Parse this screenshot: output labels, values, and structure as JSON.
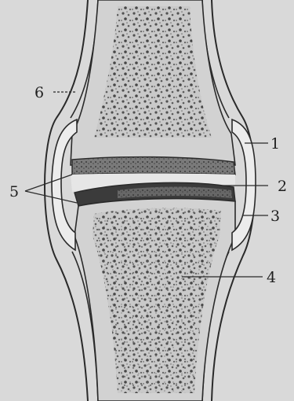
{
  "labels": {
    "l1": "1",
    "l2": "2",
    "l3": "3",
    "l4": "4",
    "l5": "5",
    "l6": "6"
  },
  "colors": {
    "background": "#d9d9d9",
    "outline": "#2a2a2a",
    "bone_fill": "#cfcfcf",
    "bone_texture": "#4a4a4a",
    "cartilage_dark": "#3b3b3b",
    "cavity": "#e6e6e6"
  }
}
